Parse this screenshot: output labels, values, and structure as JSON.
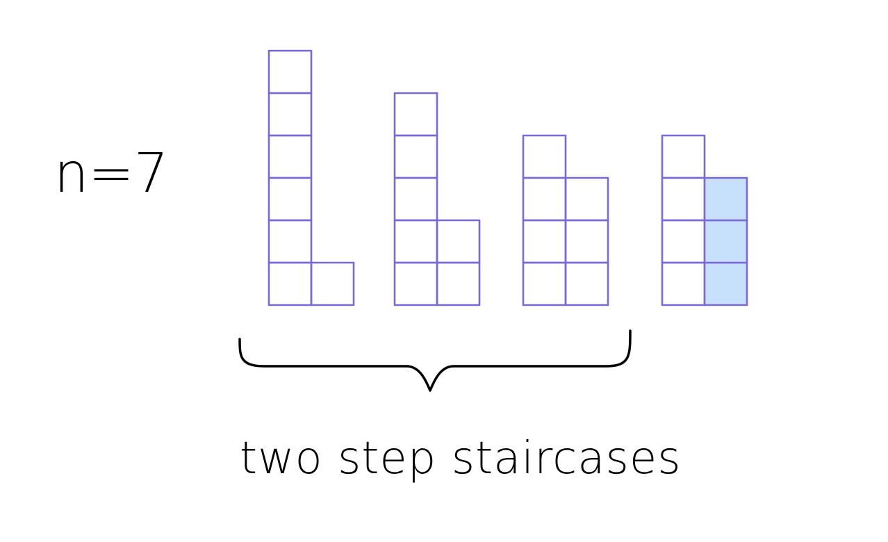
{
  "equation": "n=7",
  "caption": "two step staircases",
  "colors": {
    "grid_stroke": "#7b68d4",
    "highlight_fill": "#c7e0fb",
    "ink": "#000000"
  },
  "figures": [
    {
      "name": "staircase-6-1",
      "columns": [
        6,
        1
      ],
      "highlighted": [
        [],
        []
      ]
    },
    {
      "name": "staircase-5-2",
      "columns": [
        5,
        2
      ],
      "highlighted": [
        [],
        []
      ]
    },
    {
      "name": "staircase-4-3",
      "columns": [
        4,
        3
      ],
      "highlighted": [
        [],
        []
      ]
    },
    {
      "name": "staircase-4-3-highlighted",
      "columns": [
        4,
        3
      ],
      "highlighted": [
        [],
        [
          0,
          1,
          2
        ]
      ]
    }
  ],
  "brace": {
    "spans_figures": [
      0,
      1,
      2
    ],
    "label": "two step staircases"
  }
}
